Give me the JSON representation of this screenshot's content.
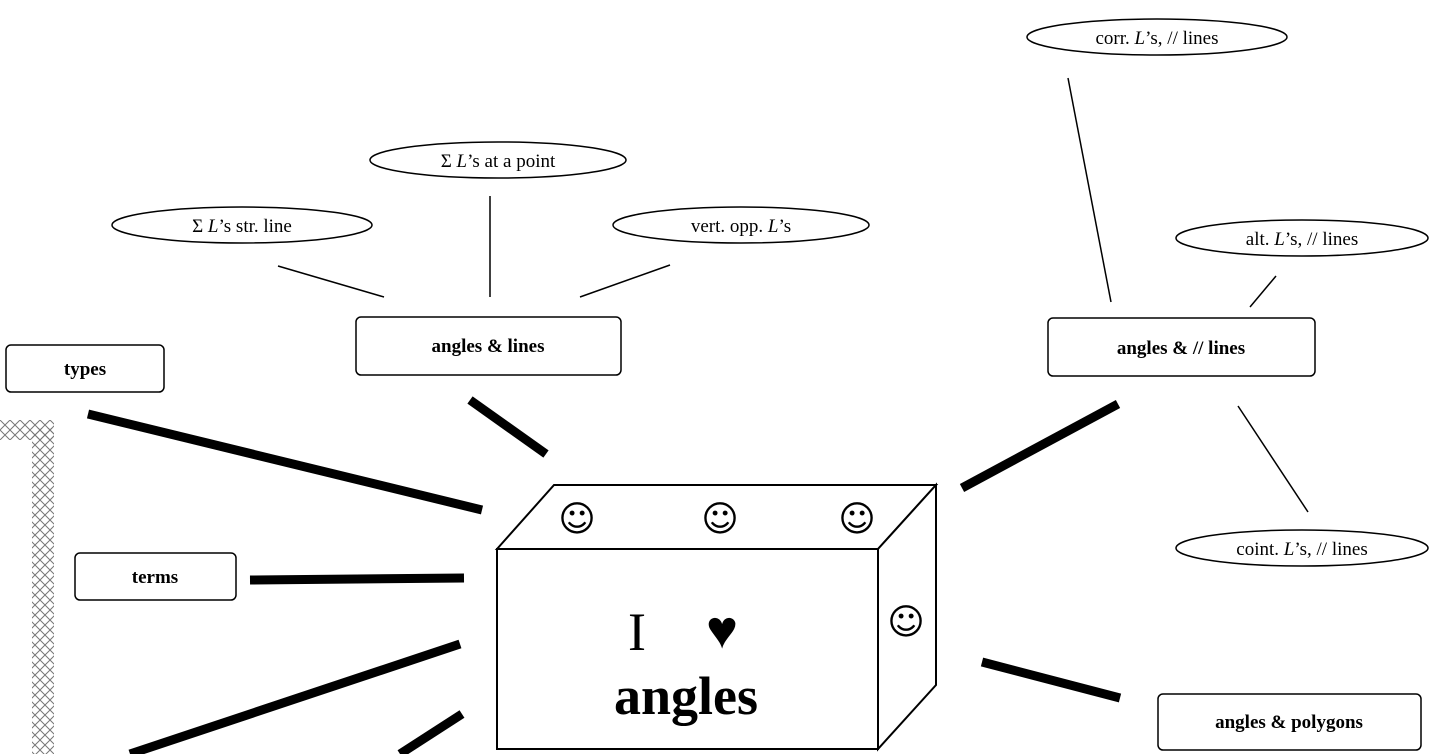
{
  "central": {
    "line1": "I",
    "heart": "♥",
    "line2": "angles",
    "smiley": "☺"
  },
  "boxes": {
    "types": "types",
    "terms": "terms",
    "angles_lines": "angles & lines",
    "angles_parallel_lines": "angles & // lines",
    "angles_polygons": "angles & polygons"
  },
  "ovals": {
    "sum_str_line": {
      "sym": "Σ ",
      "it": "L",
      "rest": "’s str. line"
    },
    "sum_point": {
      "sym": "Σ ",
      "it": "L",
      "rest": "’s at a point"
    },
    "vert_opp": {
      "pre": "vert. opp. ",
      "it": "L",
      "rest": "’s"
    },
    "corr": {
      "pre": "corr. ",
      "it": "L",
      "rest": "’s, // lines"
    },
    "alt": {
      "pre": "alt. ",
      "it": "L",
      "rest": "’s, // lines"
    },
    "coint": {
      "pre": "coint. ",
      "it": "L",
      "rest": "’s, // lines"
    }
  }
}
